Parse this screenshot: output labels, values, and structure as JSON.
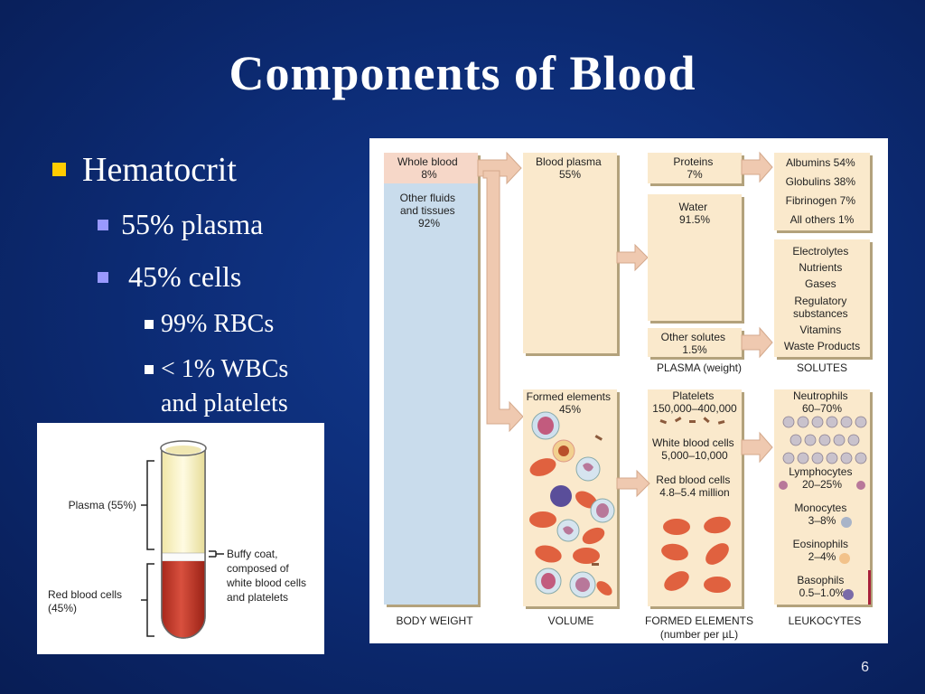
{
  "slide": {
    "title": "Components of Blood",
    "page_number": "6",
    "bullets": {
      "level1": "Hematocrit",
      "level2": [
        "55% plasma",
        " 45% cells"
      ],
      "level3": [
        "99% RBCs",
        "< 1% WBCs\nand platelets"
      ]
    }
  },
  "tube_figure": {
    "plasma_label": "Plasma (55%)",
    "rbc_label": [
      "Red blood cells",
      "(45%)"
    ],
    "buffy_label": [
      "Buffy coat,",
      "composed of",
      "white blood cells",
      "and platelets"
    ]
  },
  "composition_figure": {
    "whole_blood": [
      "Whole blood",
      "8%"
    ],
    "other_fluids": [
      "Other fluids",
      "and tissues",
      "92%"
    ],
    "plasma": [
      "Blood plasma",
      "55%"
    ],
    "formed": [
      "Formed elements",
      "45%"
    ],
    "proteins": [
      "Proteins",
      "7%"
    ],
    "water": [
      "Water",
      "91.5%"
    ],
    "other_solutes": [
      "Other solutes",
      "1.5%"
    ],
    "protein_types": [
      "Albumins 54%",
      "Globulins 38%",
      "Fibrinogen 7%",
      "All others 1%"
    ],
    "solutes": [
      "Electrolytes",
      "Nutrients",
      "Gases",
      "Regulatory",
      "substances",
      "Vitamins",
      "Waste Products"
    ],
    "platelets": [
      "Platelets",
      "150,000–400,000"
    ],
    "wbc": [
      "White blood cells",
      "5,000–10,000"
    ],
    "rbc": [
      "Red blood cells",
      "4.8–5.4 million"
    ],
    "leukocytes": {
      "neutrophils": [
        "Neutrophils",
        "60–70%"
      ],
      "lymphocytes": [
        "Lymphocytes",
        "20–25%"
      ],
      "monocytes": [
        "Monocytes",
        "3–8%"
      ],
      "eosinophils": [
        "Eosinophils",
        "2–4%"
      ],
      "basophils": [
        "Basophils",
        "0.5–1.0%"
      ]
    },
    "captions": {
      "plasma_weight": "PLASMA (weight)",
      "solutes": "SOLUTES",
      "body_weight": "BODY WEIGHT",
      "volume": "VOLUME",
      "formed_elements": "FORMED ELEMENTS",
      "formed_sub": "(number per µL)",
      "leukocytes": "LEUKOCYTES"
    }
  },
  "colors": {
    "box_fill": "#fae9cc",
    "box_edge": "#a2916d",
    "blue_fill": "#c9dcec",
    "pink_fill": "#f6d7c8",
    "arrow_fill": "#efc9b0",
    "rbc_red": "#e0613f",
    "tube_red": "#c0392b"
  }
}
